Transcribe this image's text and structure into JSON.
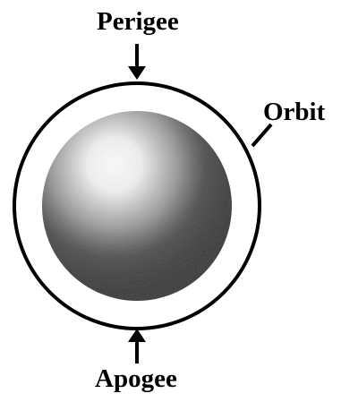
{
  "labels": {
    "perigee": "Perigee",
    "orbit": "Orbit",
    "apogee": "Apogee"
  },
  "colors": {
    "stroke": "#000000",
    "background": "#ffffff",
    "planet_highlight": "#ffffff",
    "planet_shadow": "#050505"
  },
  "icons": {
    "perigee_arrow": "down-arrow-icon",
    "apogee_arrow": "up-arrow-icon"
  }
}
